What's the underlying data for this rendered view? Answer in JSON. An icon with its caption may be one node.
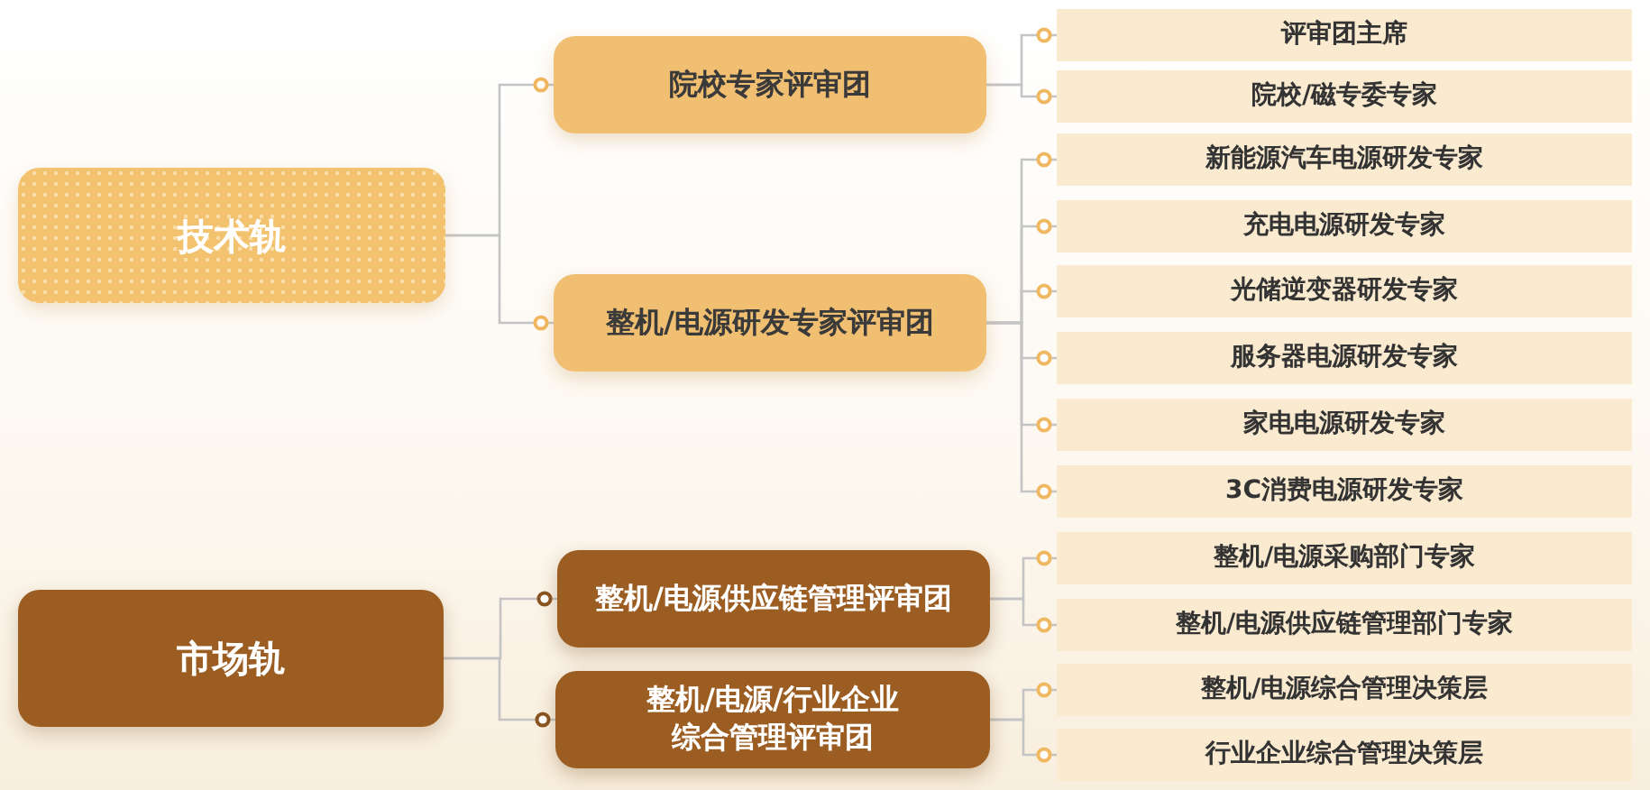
{
  "diagram": {
    "nodes": [
      {
        "text": [
          "技术轨"
        ]
      },
      {
        "text": [
          "院校专家评审团"
        ]
      },
      {
        "text": [
          "整机/电源研发专家评审团"
        ]
      },
      {
        "text": [
          "市场轨"
        ]
      },
      {
        "text": [
          "整机/电源供应链管理评审团"
        ]
      },
      {
        "text": [
          "整机/电源/行业企业综合管理评审团"
        ]
      },
      {
        "text": [
          "评审团主席"
        ]
      },
      {
        "text": [
          "院校/磁专委专家"
        ]
      },
      {
        "text": [
          "新能源汽车电源研发专家"
        ]
      },
      {
        "text": [
          "充电电源研发专家"
        ]
      },
      {
        "text": [
          "光储逆变器研发专家"
        ]
      },
      {
        "text": [
          "服务器电源研发专家"
        ]
      },
      {
        "text": [
          "家电电源研发专家"
        ]
      },
      {
        "text": [
          "3C消费电源研发专家"
        ]
      },
      {
        "text": [
          "整机/电源采购部门专家"
        ]
      },
      {
        "text": [
          "整机/电源供应链管理部门专家"
        ]
      },
      {
        "text": [
          "整机/电源综合管理决策层"
        ]
      },
      {
        "text": [
          "行业企业综合管理决策层"
        ]
      }
    ],
    "edges": [
      {
        "from": 0,
        "to": 1,
        "arrow": "other"
      },
      {
        "from": 0,
        "to": 2,
        "arrow": "other"
      },
      {
        "from": 3,
        "to": 4,
        "arrow": "other"
      },
      {
        "from": 3,
        "to": 5,
        "arrow": "other"
      },
      {
        "from": 1,
        "to": 6,
        "arrow": "other"
      },
      {
        "from": 1,
        "to": 7,
        "arrow": "other"
      },
      {
        "from": 2,
        "to": 8,
        "arrow": "other"
      },
      {
        "from": 2,
        "to": 9,
        "arrow": "other"
      },
      {
        "from": 2,
        "to": 10,
        "arrow": "other"
      },
      {
        "from": 2,
        "to": 11,
        "arrow": "other"
      },
      {
        "from": 2,
        "to": 12,
        "arrow": "other"
      },
      {
        "from": 2,
        "to": 13,
        "arrow": "other"
      },
      {
        "from": 4,
        "to": 14,
        "arrow": "other"
      },
      {
        "from": 4,
        "to": 15,
        "arrow": "other"
      },
      {
        "from": 5,
        "to": 16,
        "arrow": "other"
      },
      {
        "from": 5,
        "to": 17,
        "arrow": "other"
      }
    ]
  }
}
